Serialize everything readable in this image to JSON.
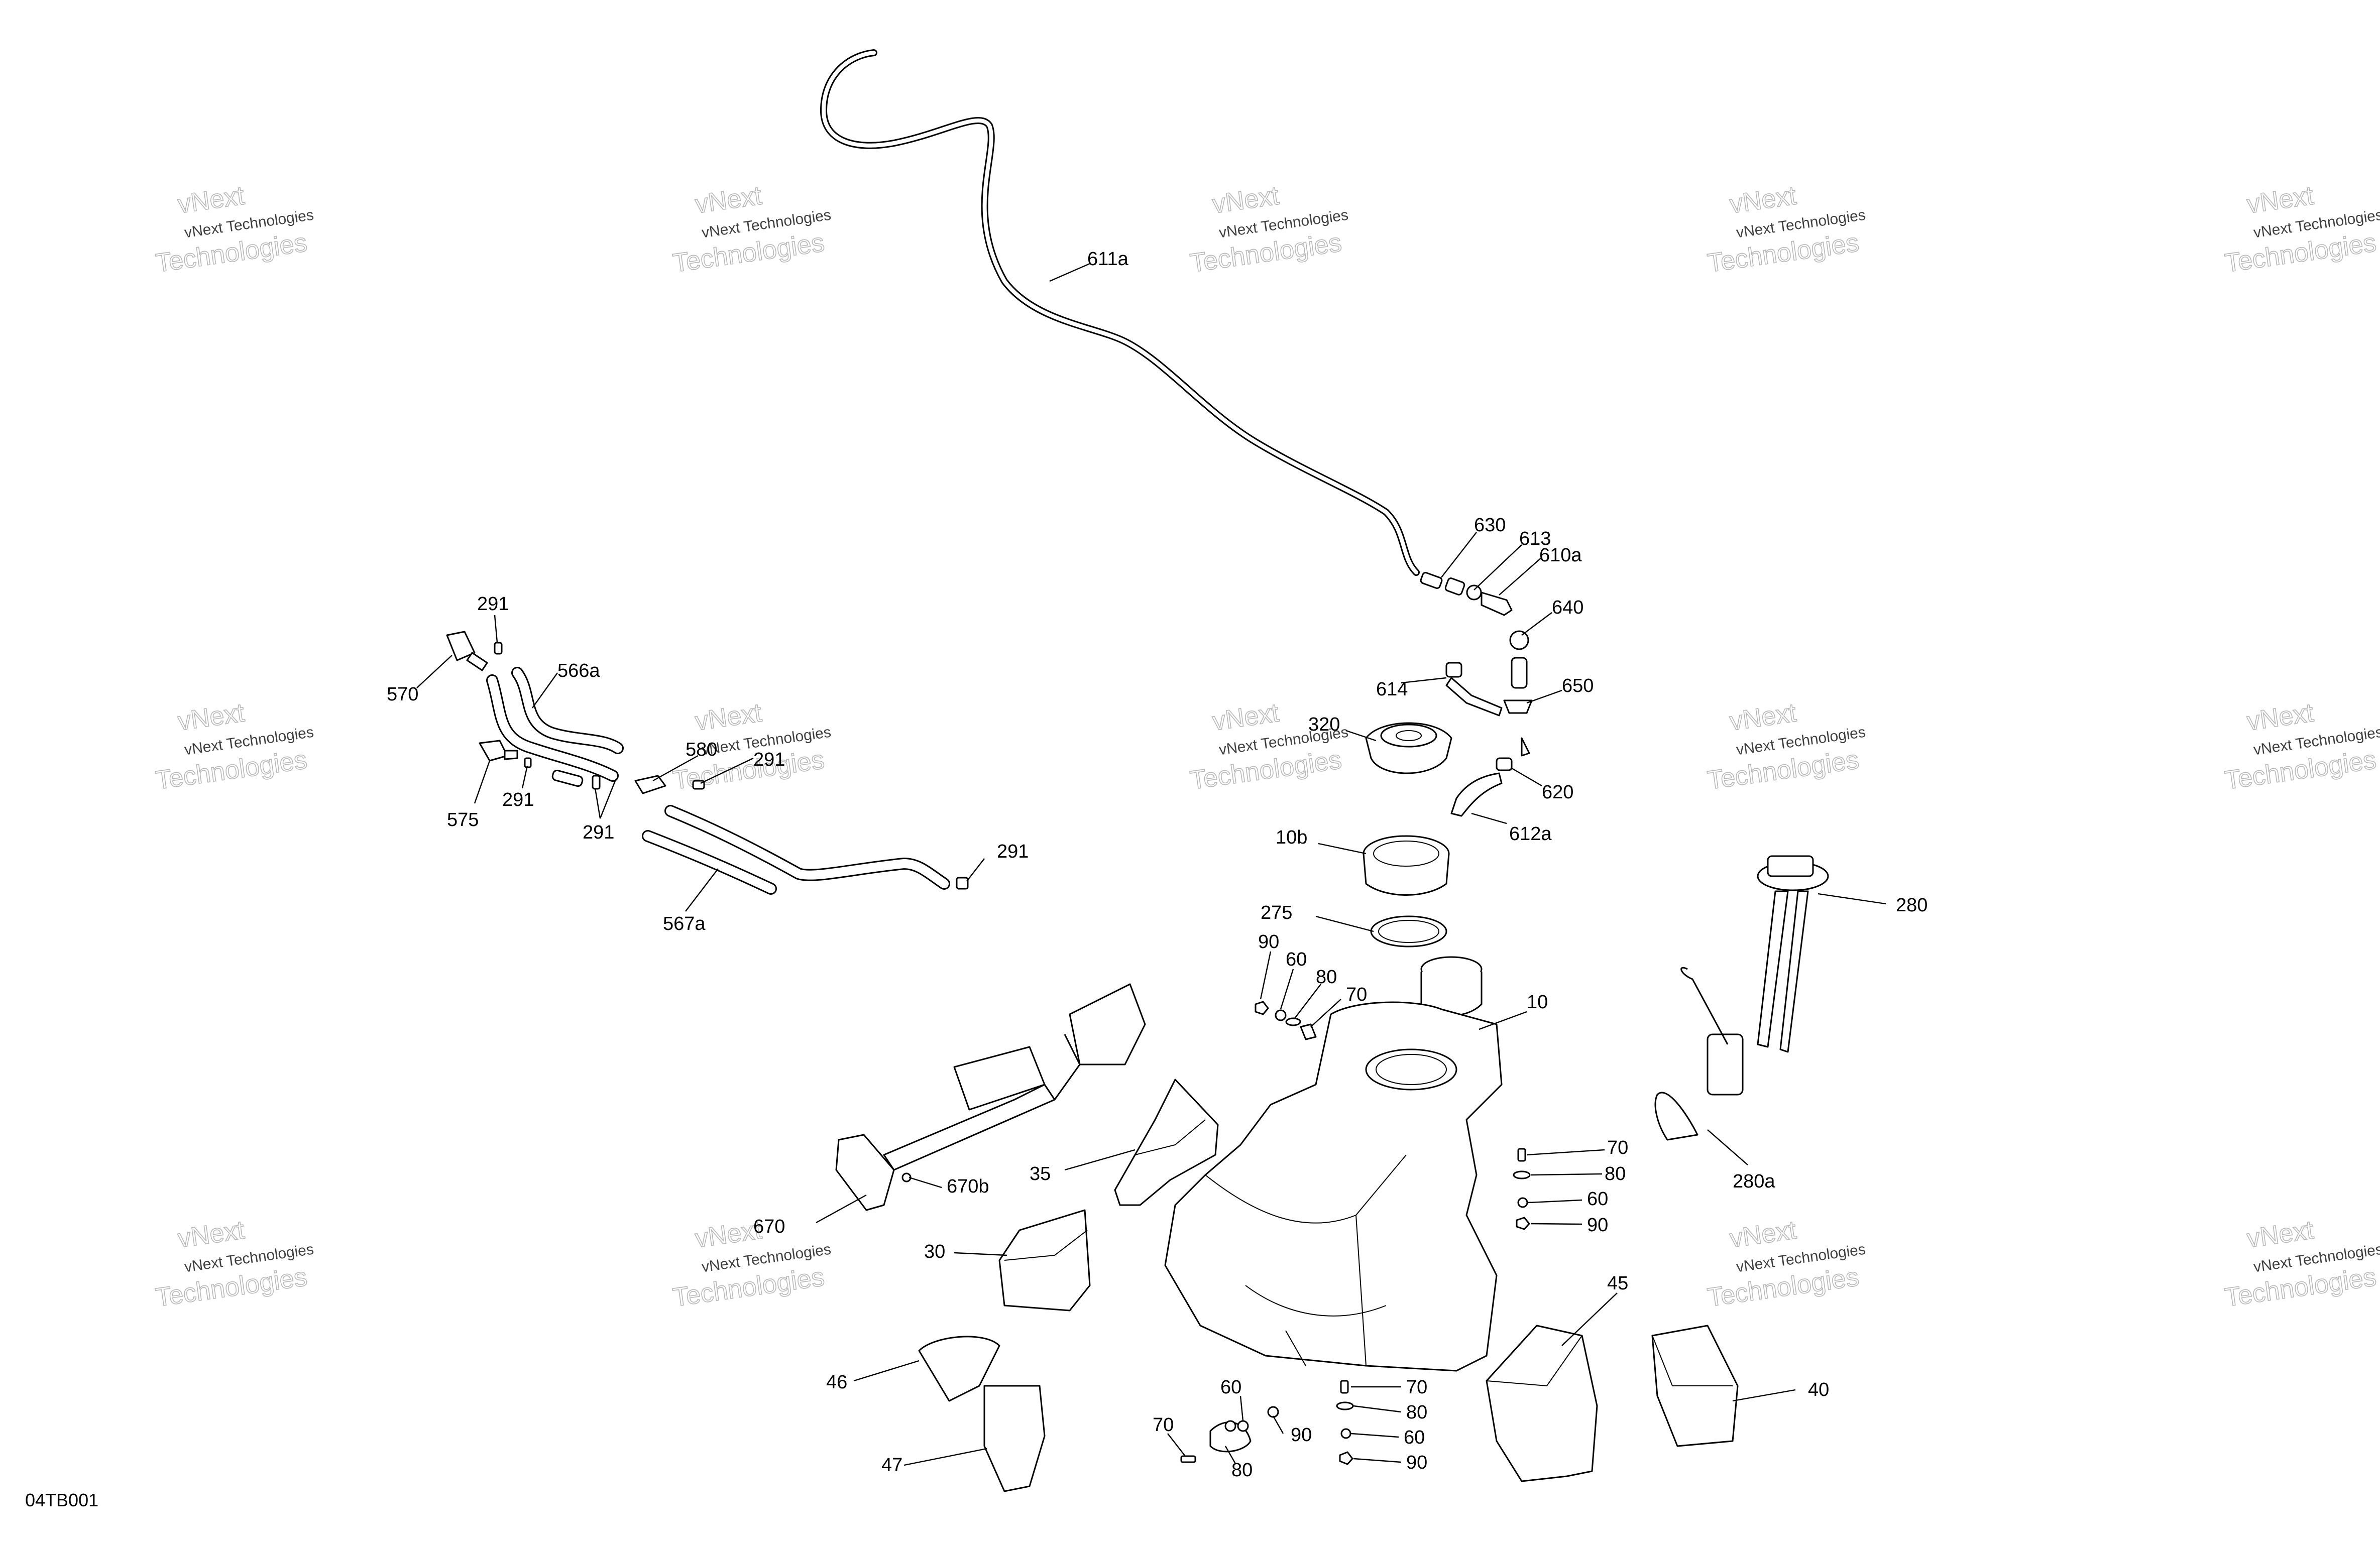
{
  "diagram": {
    "reference_code": "04TB001",
    "watermark": {
      "line1": "vNext Technologies",
      "line2": "vNext",
      "line3": "Technologies"
    },
    "callouts": [
      {
        "id": "611a",
        "label": "611a"
      },
      {
        "id": "630",
        "label": "630"
      },
      {
        "id": "613",
        "label": "613"
      },
      {
        "id": "610a",
        "label": "610a"
      },
      {
        "id": "640",
        "label": "640"
      },
      {
        "id": "614",
        "label": "614"
      },
      {
        "id": "650",
        "label": "650"
      },
      {
        "id": "320",
        "label": "320"
      },
      {
        "id": "620",
        "label": "620"
      },
      {
        "id": "612a",
        "label": "612a"
      },
      {
        "id": "10b",
        "label": "10b"
      },
      {
        "id": "275",
        "label": "275"
      },
      {
        "id": "280",
        "label": "280"
      },
      {
        "id": "280a",
        "label": "280a"
      },
      {
        "id": "10",
        "label": "10"
      },
      {
        "id": "90a",
        "label": "90"
      },
      {
        "id": "60a",
        "label": "60"
      },
      {
        "id": "80a",
        "label": "80"
      },
      {
        "id": "70a",
        "label": "70"
      },
      {
        "id": "70b",
        "label": "70"
      },
      {
        "id": "80b",
        "label": "80"
      },
      {
        "id": "60b",
        "label": "60"
      },
      {
        "id": "90b",
        "label": "90"
      },
      {
        "id": "291a",
        "label": "291"
      },
      {
        "id": "570",
        "label": "570"
      },
      {
        "id": "566a",
        "label": "566a"
      },
      {
        "id": "575",
        "label": "575"
      },
      {
        "id": "291b",
        "label": "291"
      },
      {
        "id": "291c",
        "label": "291"
      },
      {
        "id": "580",
        "label": "580"
      },
      {
        "id": "291d",
        "label": "291"
      },
      {
        "id": "291e",
        "label": "291"
      },
      {
        "id": "567a",
        "label": "567a"
      },
      {
        "id": "35",
        "label": "35"
      },
      {
        "id": "670b",
        "label": "670b"
      },
      {
        "id": "670",
        "label": "670"
      },
      {
        "id": "30",
        "label": "30"
      },
      {
        "id": "46",
        "label": "46"
      },
      {
        "id": "47",
        "label": "47"
      },
      {
        "id": "45",
        "label": "45"
      },
      {
        "id": "40",
        "label": "40"
      },
      {
        "id": "60c",
        "label": "60"
      },
      {
        "id": "70c",
        "label": "70"
      },
      {
        "id": "90c",
        "label": "90"
      },
      {
        "id": "80c",
        "label": "80"
      },
      {
        "id": "70d",
        "label": "70"
      },
      {
        "id": "80d",
        "label": "80"
      },
      {
        "id": "60d",
        "label": "60"
      },
      {
        "id": "90d",
        "label": "90"
      }
    ]
  }
}
